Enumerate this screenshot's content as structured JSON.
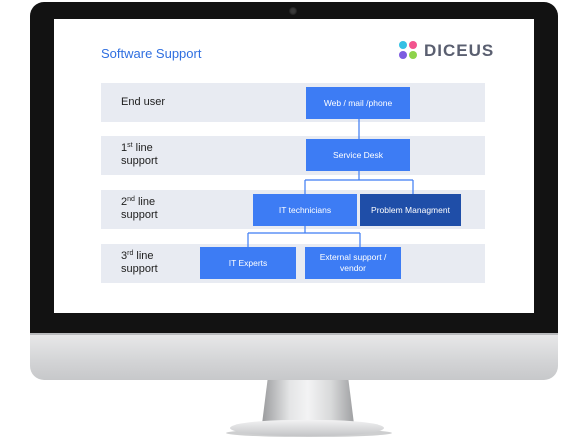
{
  "slide": {
    "title": "Software Support",
    "brand": "DICEUS"
  },
  "rows": [
    {
      "label_a": "End user",
      "sup": "",
      "label_b": "",
      "label_c": ""
    },
    {
      "label_a": "1",
      "sup": "st",
      "label_b": " line",
      "label_c": "support"
    },
    {
      "label_a": "2",
      "sup": "nd",
      "label_b": " line",
      "label_c": "support"
    },
    {
      "label_a": "3",
      "sup": "rd",
      "label_b": " line",
      "label_c": "support"
    }
  ],
  "nodes": {
    "web_mail_phone": "Web / mail /phone",
    "service_desk": "Service Desk",
    "it_technicians": "IT technicians",
    "problem_management": "Problem Managment",
    "it_experts": "IT Experts",
    "external_support_l1": "External support /",
    "external_support_l2": "vendor"
  },
  "colors": {
    "node_blue": "#3d7cf4",
    "node_dark": "#1f4ea8",
    "row_band": "#e8ebf2",
    "title": "#2f6fe0"
  }
}
